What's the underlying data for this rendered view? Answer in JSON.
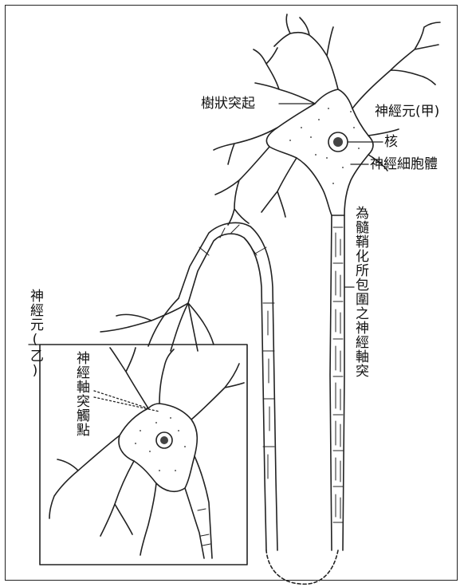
{
  "labels": {
    "dendrite": "樹狀突起",
    "neuron_a": "神經元(甲)",
    "nucleus": "核",
    "cell_body": "神經細胞體",
    "myelinated_axon": "為髓鞘化所包圍之神經軸突",
    "neuron_b": "神經元(乙)",
    "synapse": "神經軸突觸點"
  }
}
